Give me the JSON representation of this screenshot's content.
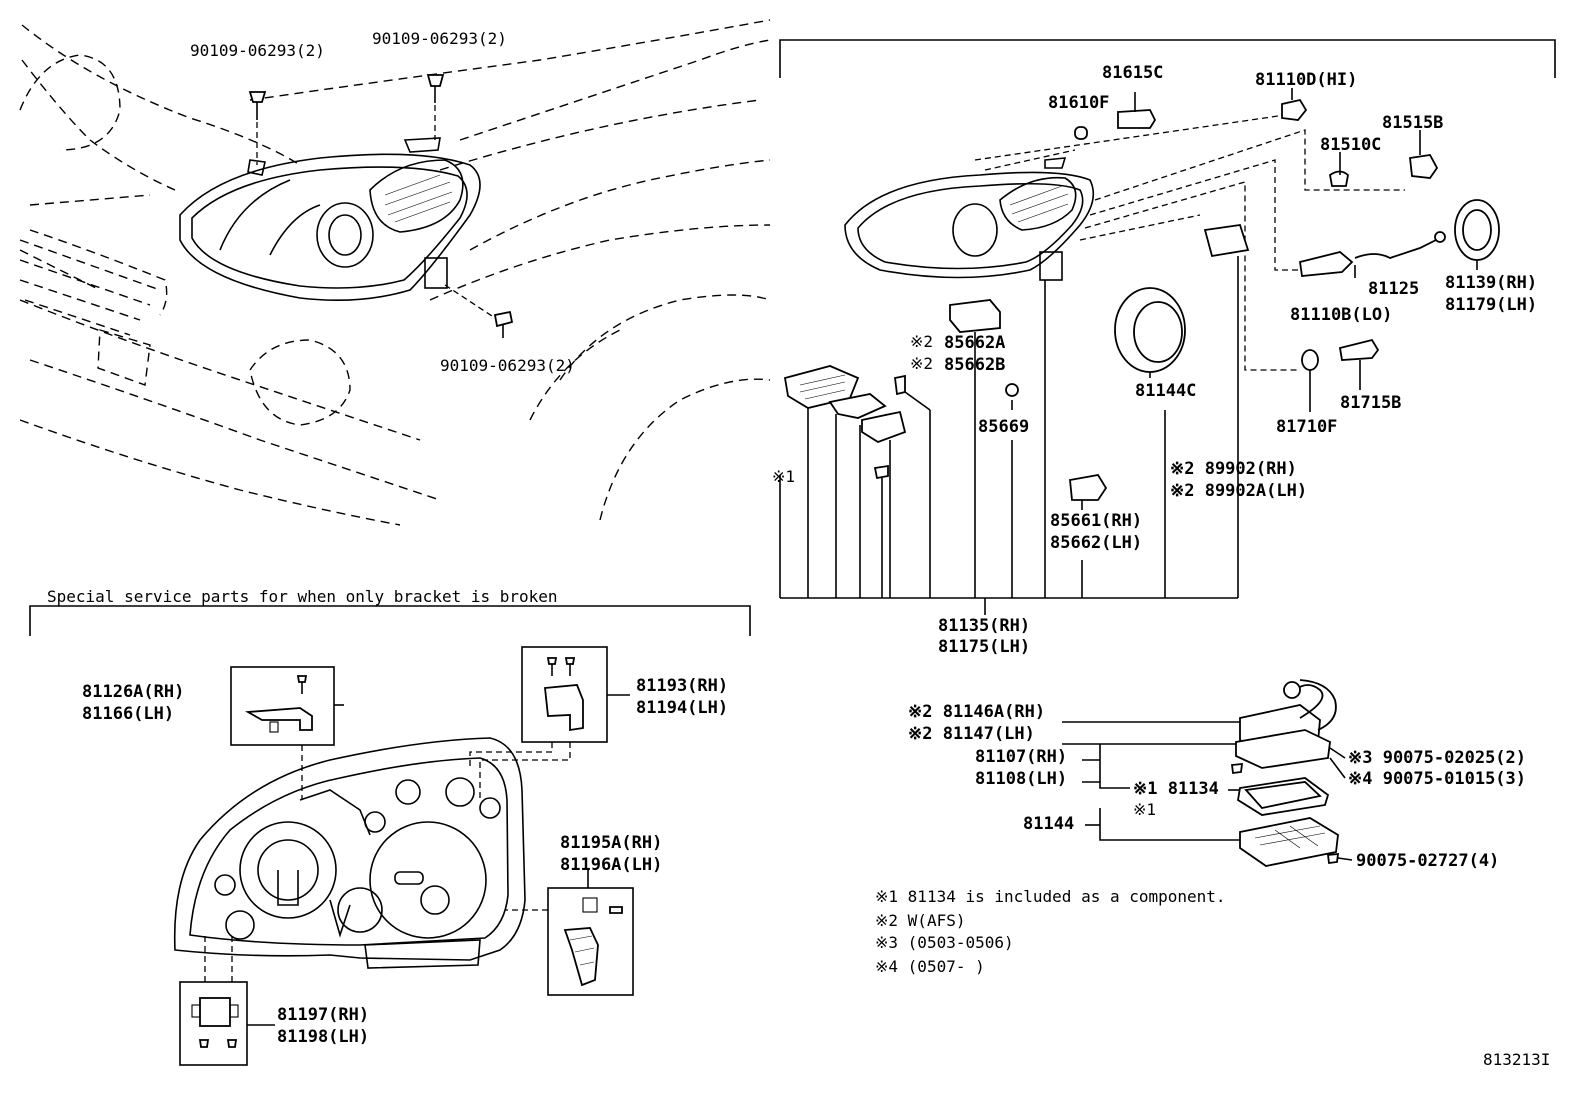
{
  "fasteners": {
    "bolt_top_left": "90109-06293(2)",
    "bolt_top_right": "90109-06293(2)",
    "bolt_lower": "90109-06293(2)"
  },
  "special_service": {
    "heading": "Special service parts for when only bracket is broken",
    "b1_rh": "81126A(RH)",
    "b1_lh": "81166(LH)",
    "b2_rh": "81193(RH)",
    "b2_lh": "81194(LH)",
    "b3_rh": "81195A(RH)",
    "b3_lh": "81196A(LH)",
    "b4_rh": "81197(RH)",
    "b4_lh": "81198(LH)"
  },
  "headlamp_parts": {
    "p81615C": "81615C",
    "p81610F": "81610F",
    "p81110D": "81110D(HI)",
    "p81515B": "81515B",
    "p81510C": "81510C",
    "m_85662A": "※2",
    "p85662A": "85662A",
    "m_85662B": "※2",
    "p85662B": "85662B",
    "p85669": "85669",
    "p81144C": "81144C",
    "p81125": "81125",
    "p81110B": "81110B(LO)",
    "p81139": "81139(RH)",
    "p81179": "81179(LH)",
    "p81715B": "81715B",
    "p81710F": "81710F",
    "m_x1": "※1",
    "p89902": "※2 89902(RH)",
    "p89902A": "※2 89902A(LH)",
    "p85661": "85661(RH)",
    "p85662": "85662(LH)",
    "p81135": "81135(RH)",
    "p81175": "81175(LH)"
  },
  "afs_parts": {
    "p81146A": "※2 81146A(RH)",
    "p81147": "※2 81147(LH)",
    "p81107": "81107(RH)",
    "p81108": "81108(LH)",
    "p81134": "※1 81134",
    "p81144": "81144",
    "m_81144": "※1",
    "s1": "※3 90075-02025(2)",
    "s2": "※4 90075-01015(3)",
    "s3": "90075-02727(4)"
  },
  "notes": {
    "n1": "※1 81134 is included as a component.",
    "n2": "※2 W(AFS)",
    "n3": "※3 (0503-0506)",
    "n4": "※4 (0507-     )"
  },
  "figure_id": "813213I"
}
